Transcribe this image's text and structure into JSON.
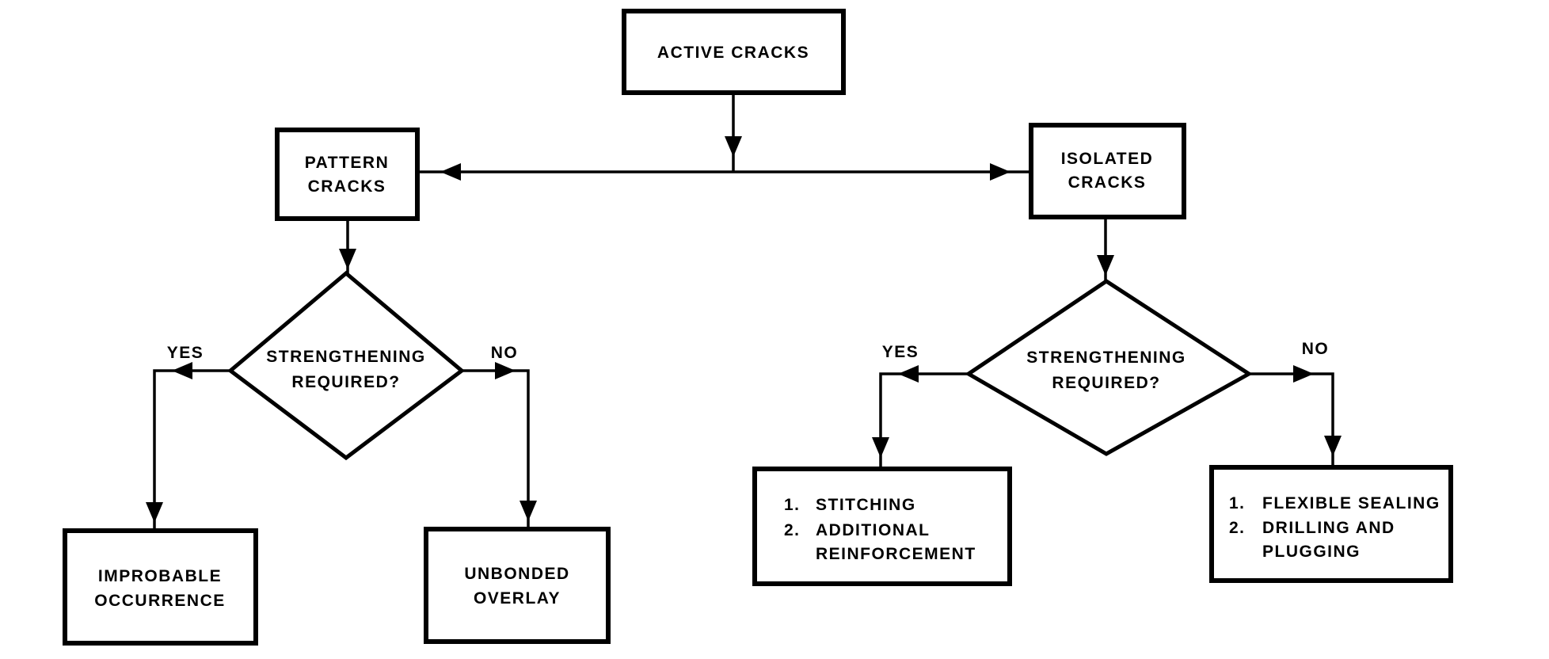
{
  "diagram": {
    "background_color": "#ffffff",
    "ink_color": "#000000",
    "nodes": {
      "active_cracks": {
        "label": "ACTIVE CRACKS"
      },
      "pattern_cracks": {
        "line1": "PATTERN",
        "line2": "CRACKS"
      },
      "isolated_cracks": {
        "line1": "ISOLATED",
        "line2": "CRACKS"
      },
      "pattern_decision": {
        "line1": "STRENGTHENING",
        "line2": "REQUIRED?"
      },
      "isolated_decision": {
        "line1": "STRENGTHENING",
        "line2": "REQUIRED?"
      },
      "improbable_occurrence": {
        "line1": "IMPROBABLE",
        "line2": "OCCURRENCE"
      },
      "unbonded_overlay": {
        "line1": "UNBONDED",
        "line2": "OVERLAY"
      },
      "stitching_list": {
        "items": [
          {
            "num": "1.",
            "text": "STITCHING"
          },
          {
            "num": "2.",
            "text": "ADDITIONAL",
            "cont": "REINFORCEMENT"
          }
        ]
      },
      "sealing_list": {
        "items": [
          {
            "num": "1.",
            "text": "FLEXIBLE SEALING"
          },
          {
            "num": "2.",
            "text": "DRILLING AND",
            "cont": "PLUGGING"
          }
        ]
      }
    },
    "branch_labels": {
      "pattern_yes": "YES",
      "pattern_no": "NO",
      "isolated_yes": "YES",
      "isolated_no": "NO"
    }
  }
}
